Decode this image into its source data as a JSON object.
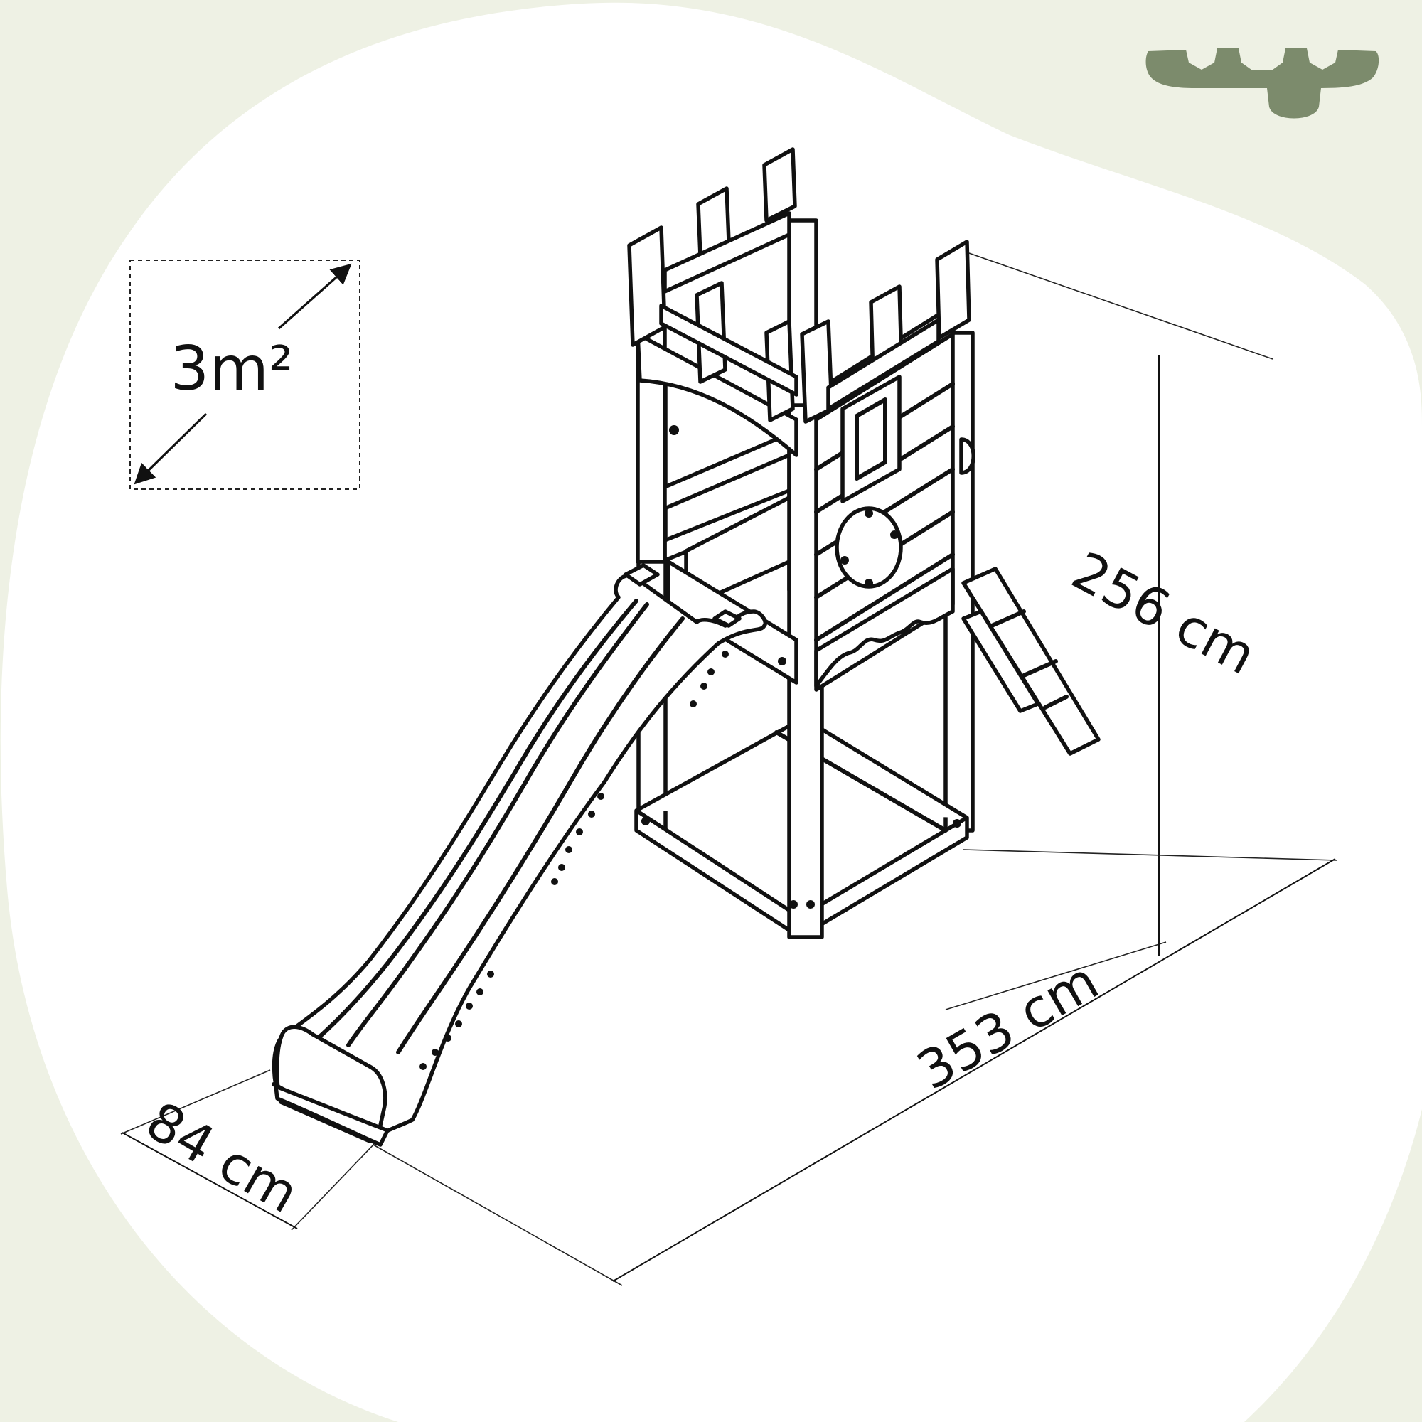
{
  "colors": {
    "background": "#eef1e4",
    "blob": "#ffffff",
    "logo": "#7c8b6c",
    "ink": "#111111"
  },
  "icons": {
    "logo": "moose-antlers-logo"
  },
  "area": {
    "label": "3m²"
  },
  "dimensions": {
    "height": "256 cm",
    "length": "353 cm",
    "width": "84 cm"
  }
}
